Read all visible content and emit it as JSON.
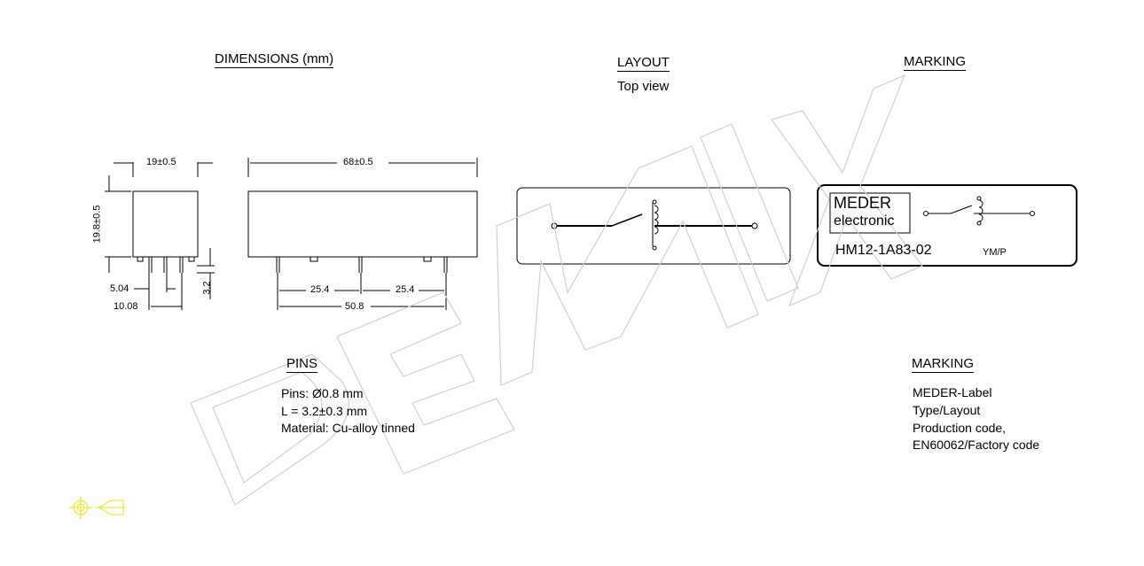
{
  "sections": {
    "dimensions_title": "DIMENSIONS (mm)",
    "layout_title": "LAYOUT",
    "layout_subtitle": "Top view",
    "marking_title": "MARKING",
    "pins_title": "PINS",
    "marking2_title": "MARKING"
  },
  "dimensions": {
    "width": "19±0.5",
    "length": "68±0.5",
    "height": "19.8±0.5",
    "pin_length": "3.2",
    "pin_spacing_a": "5.04",
    "pin_spacing_b": "10.08",
    "pitch_1": "25.4",
    "pitch_2": "25.4",
    "pitch_total": "50.8"
  },
  "pins": {
    "lines": [
      "Pins: Ø0.8 mm",
      "L = 3.2±0.3 mm",
      "Material: Cu-alloy tinned"
    ]
  },
  "marking_label": {
    "brand_line1": "MEDER",
    "brand_line2": "electronic",
    "part_number": "HM12-1A83-02",
    "code": "YM/P"
  },
  "marking_info": {
    "lines": [
      "MEDER-Label",
      "Type/Layout",
      "Production code,",
      "EN60062/Factory code"
    ]
  },
  "watermark": {
    "text": "DEMIX",
    "color": "#c8c8c8"
  },
  "projection_symbol": {
    "icon": "first-angle-projection-icon",
    "color": "#e6e600"
  }
}
